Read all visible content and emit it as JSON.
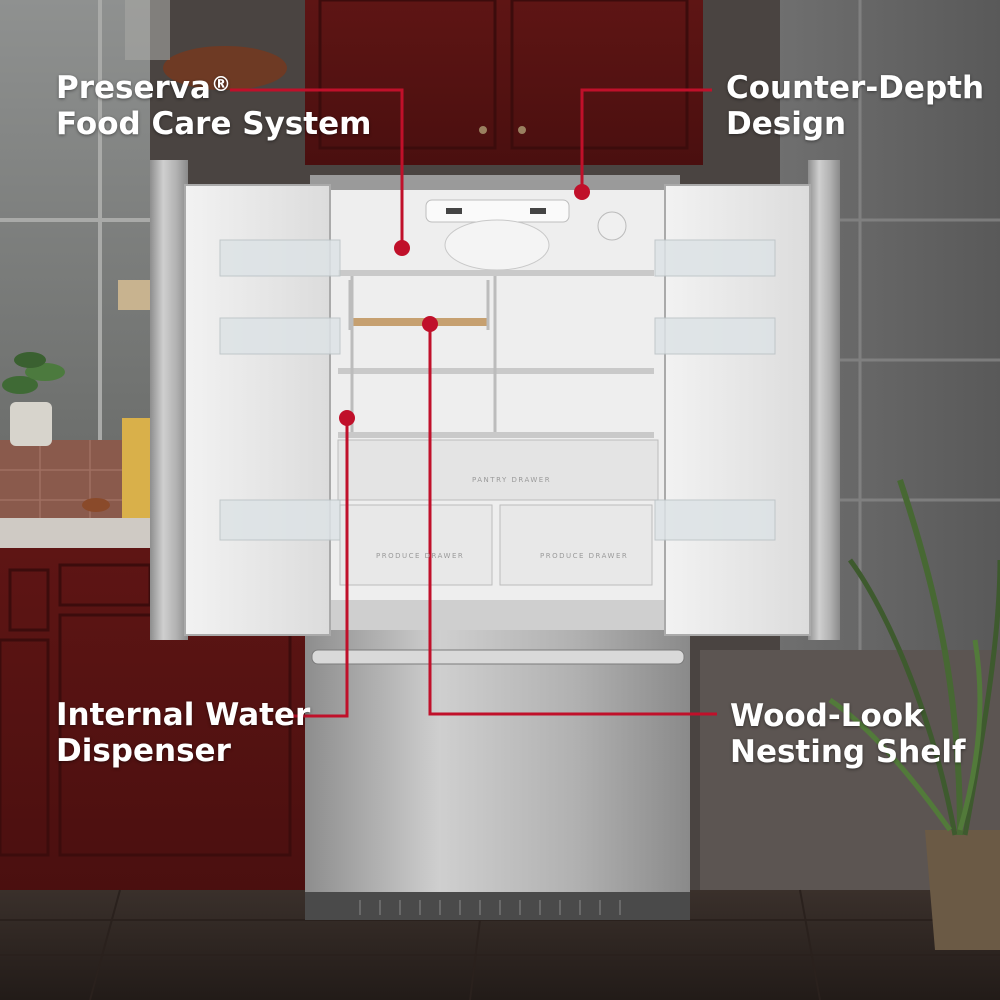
{
  "callouts": {
    "preserva": {
      "line1": "Preserva",
      "reg": "®",
      "line2": "Food Care System"
    },
    "counter_depth": {
      "line1": "Counter-Depth",
      "line2": "Design"
    },
    "water": {
      "line1": "Internal Water",
      "line2": "Dispenser"
    },
    "wood": {
      "line1": "Wood-Look",
      "line2": "Nesting Shelf"
    }
  },
  "drawers": {
    "pantry": "PANTRY DRAWER",
    "produce_left": "PRODUCE DRAWER",
    "produce_right": "PRODUCE DRAWER"
  },
  "colors": {
    "accent": "#c0102a",
    "cabinet": "#6e1a18",
    "steel": "#b8b8b8"
  }
}
